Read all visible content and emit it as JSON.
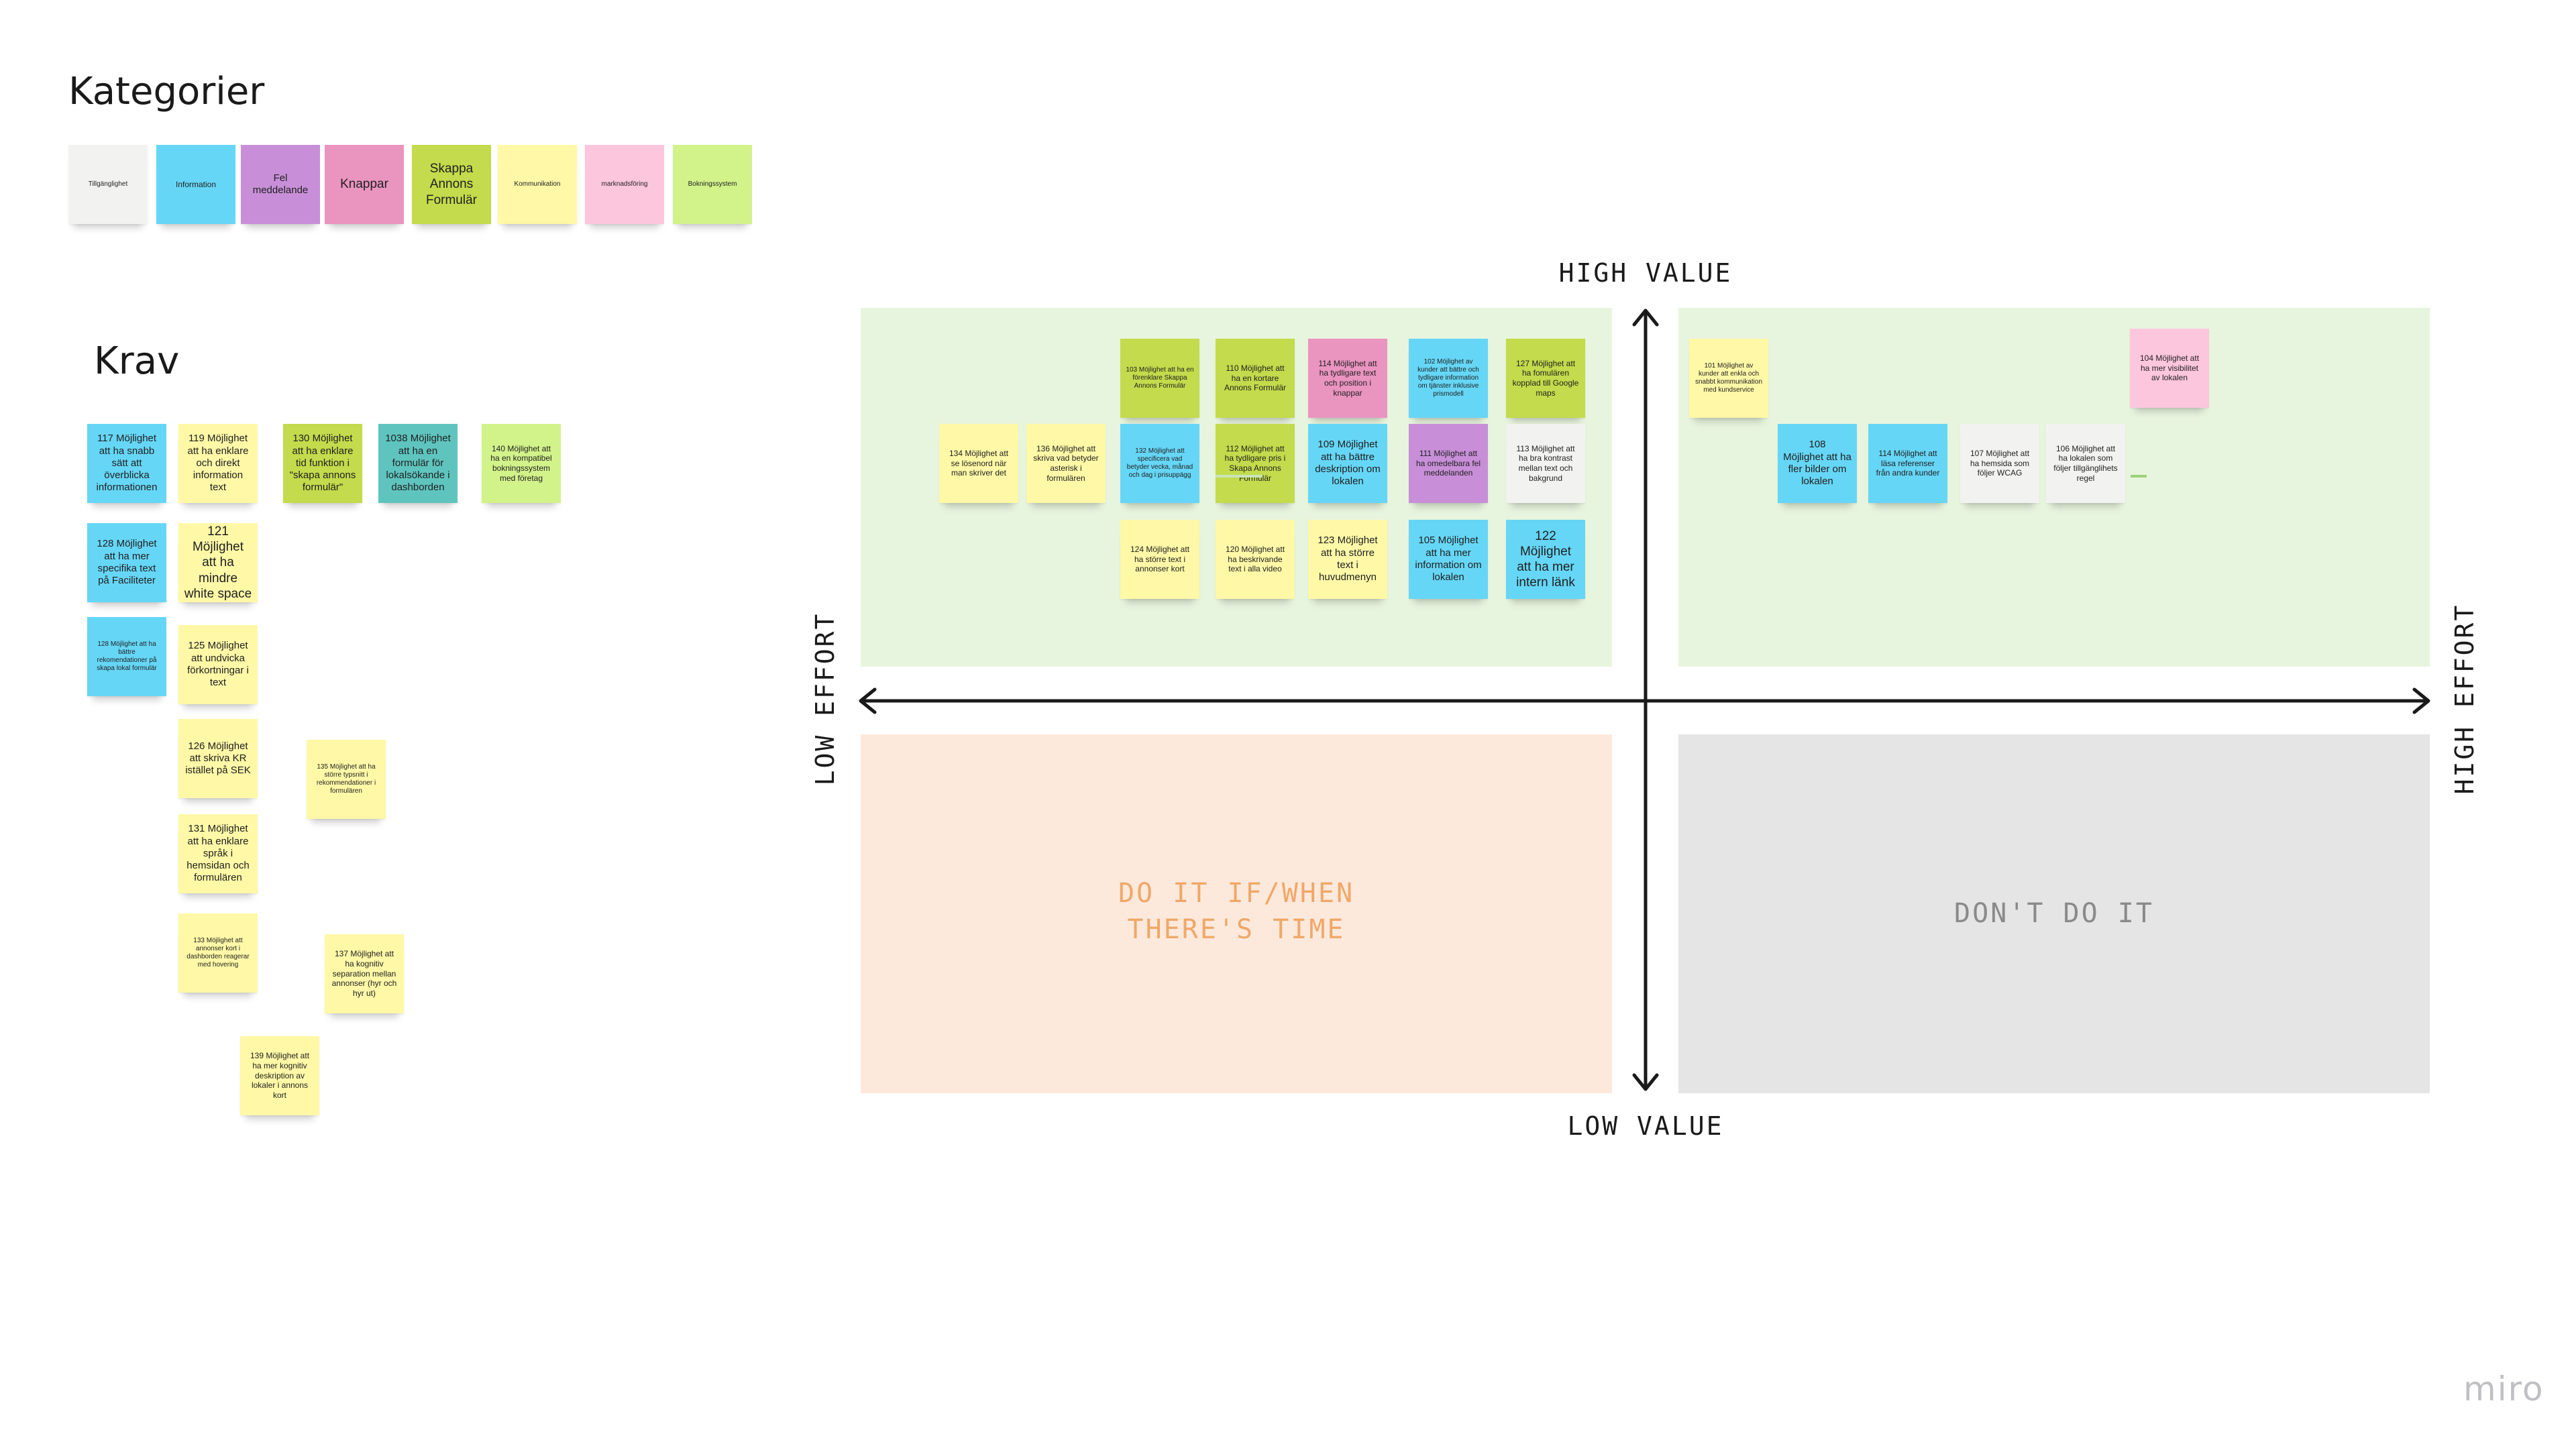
{
  "categories": {
    "title": "Kategorier",
    "items": [
      {
        "label": "Tillgänglighet",
        "color": "#f2f2f1"
      },
      {
        "label": "Information",
        "color": "#66d6f6"
      },
      {
        "label": "Fel\nmeddelande",
        "color": "#c88fd8"
      },
      {
        "label": "Knappar",
        "color": "#ea94c0"
      },
      {
        "label": "Skappa\nAnnons\nFormulär",
        "color": "#c3db4c"
      },
      {
        "label": "Kommunikation",
        "color": "#fef8a7"
      },
      {
        "label": "marknadsföring",
        "color": "#fcc6dd"
      },
      {
        "label": "Bokningssystem",
        "color": "#d2f28a"
      }
    ]
  },
  "krav": {
    "title": "Krav",
    "notes": [
      {
        "id": "k117",
        "text": "117 Möjlighet att ha snabb sätt att överblicka informationen",
        "color": "blue"
      },
      {
        "id": "k119",
        "text": "119 Möjlighet att ha enklare och direkt information text",
        "color": "yellow"
      },
      {
        "id": "k130",
        "text": "130 Möjlighet att ha enklare tid funktion i \"skapa annons formulär\"",
        "color": "lime"
      },
      {
        "id": "k1038",
        "text": "1038 Möjlighet att ha en formulär för lokalsökande i dashborden",
        "color": "teal"
      },
      {
        "id": "k140",
        "text": "140 Möjlighet att ha en kompatibel bokningssystem med företag",
        "color": "lgreen"
      },
      {
        "id": "k128a",
        "text": "128 Möjlighet att ha mer specifika text på Faciliteter",
        "color": "blue"
      },
      {
        "id": "k121",
        "text": "121\nMöjlighet att ha mindre white space",
        "color": "yellow"
      },
      {
        "id": "k128b",
        "text": "128 Möjlighet att ha bättre rekomendationer på skapa lokal formulär",
        "color": "blue"
      },
      {
        "id": "k125",
        "text": "125 Möjlighet att undvicka förkortningar i text",
        "color": "yellow"
      },
      {
        "id": "k126",
        "text": "126 Möjlighet att skriva KR istället på SEK",
        "color": "yellow"
      },
      {
        "id": "k135",
        "text": "135 Möjlighet att ha större typsnitt i rekommendationer i formulären",
        "color": "yellow"
      },
      {
        "id": "k131",
        "text": "131 Möjlighet att ha enklare språk i hemsidan och formulären",
        "color": "yellow"
      },
      {
        "id": "k133",
        "text": "133 Möjlighet att annonser kort i dashborden reagerar med hovering",
        "color": "yellow"
      },
      {
        "id": "k137",
        "text": "137 Möjlighet att ha kognitiv separation mellan annonser (hyr och hyr ut)",
        "color": "yellow"
      },
      {
        "id": "k139",
        "text": "139 Möjlighet att ha mer kognitiv deskription av lokaler i annons kort",
        "color": "yellow"
      }
    ]
  },
  "matrix": {
    "high_value": "HIGH VALUE",
    "low_value": "LOW VALUE",
    "low_effort": "LOW EFFORT",
    "high_effort": "HIGH EFFORT",
    "quadrant_bl": "DO IT IF/WHEN\nTHERE'S TIME",
    "quadrant_br": "DON'T DO IT",
    "colors": {
      "top": "#e8f5de",
      "bottom_left": "#fde9dc",
      "bottom_right": "#e5e5e5",
      "orange_text": "#f0a868",
      "gray_text": "#8a8a8a"
    }
  },
  "quick_wins": [
    {
      "id": "q103",
      "text": "103 Möjlighet att ha en förenklare Skappa Annons Formulär",
      "color": "lime"
    },
    {
      "id": "q110",
      "text": "110 Möjlighet att ha en kortare Annons Formulär",
      "color": "lime"
    },
    {
      "id": "q114",
      "text": "114 Möjlighet att ha tydligare text och position i knappar",
      "color": "pink"
    },
    {
      "id": "q102",
      "text": "102 Möjlighet av kunder att bättre och tydligare information om tjänster inklusive prismodell",
      "color": "blue"
    },
    {
      "id": "q127",
      "text": "127 Möjlighet att ha fomulären kopplad till Google maps",
      "color": "lime"
    },
    {
      "id": "q134",
      "text": "134 Möjlighet att se lösenord när man skriver det",
      "color": "yellow"
    },
    {
      "id": "q136",
      "text": "136 Möjlighet att skriva vad betyder asterisk i formulären",
      "color": "yellow"
    },
    {
      "id": "q132",
      "text": "132 Möjlighet att specificera vad betyder vecka, månad och dag i prisuppägg",
      "color": "blue"
    },
    {
      "id": "q112",
      "text": "112 Möjlighet att ha tydligare pris i Skapa Annons Formulär",
      "color": "lime"
    },
    {
      "id": "q109",
      "text": "109 Möjlighet att ha bättre deskription om lokalen",
      "color": "blue"
    },
    {
      "id": "q111",
      "text": "111 Möjlighet att ha omedelbara fel meddelanden",
      "color": "purple"
    },
    {
      "id": "q113",
      "text": "113 Möjlighet att ha bra kontrast mellan text och bakgrund",
      "color": "white"
    },
    {
      "id": "q124",
      "text": "124 Möjlighet att ha större text i annonser kort",
      "color": "yellow"
    },
    {
      "id": "q120",
      "text": "120 Möjlighet att ha beskrivande text i alla video",
      "color": "yellow"
    },
    {
      "id": "q123",
      "text": "123 Möjlighet att ha större text i huvudmenyn",
      "color": "yellow"
    },
    {
      "id": "q105",
      "text": "105 Möjlighet att ha mer information om lokalen",
      "color": "blue"
    },
    {
      "id": "q122",
      "text": "122\nMöjlighet att ha mer intern länk",
      "color": "blue"
    }
  ],
  "big_bets": [
    {
      "id": "b101",
      "text": "101 Möjlighet av kunder att enkla och snabbt kommunikation med kundservice",
      "color": "yellow"
    },
    {
      "id": "b104",
      "text": "104 Möjlighet att ha mer visibilitet av lokalen",
      "color": "lpink"
    },
    {
      "id": "b108",
      "text": "108\nMöjlighet att ha fler bilder om lokalen",
      "color": "blue"
    },
    {
      "id": "b114",
      "text": "114 Möjlighet att läsa referenser från andra kunder",
      "color": "blue"
    },
    {
      "id": "b107",
      "text": "107 Möjlighet att ha hemsida som följer WCAG",
      "color": "white"
    },
    {
      "id": "b106",
      "text": "106 Möjlighet att ha lokalen som följer tillgänglihets regel",
      "color": "white"
    }
  ],
  "brand": "miro"
}
